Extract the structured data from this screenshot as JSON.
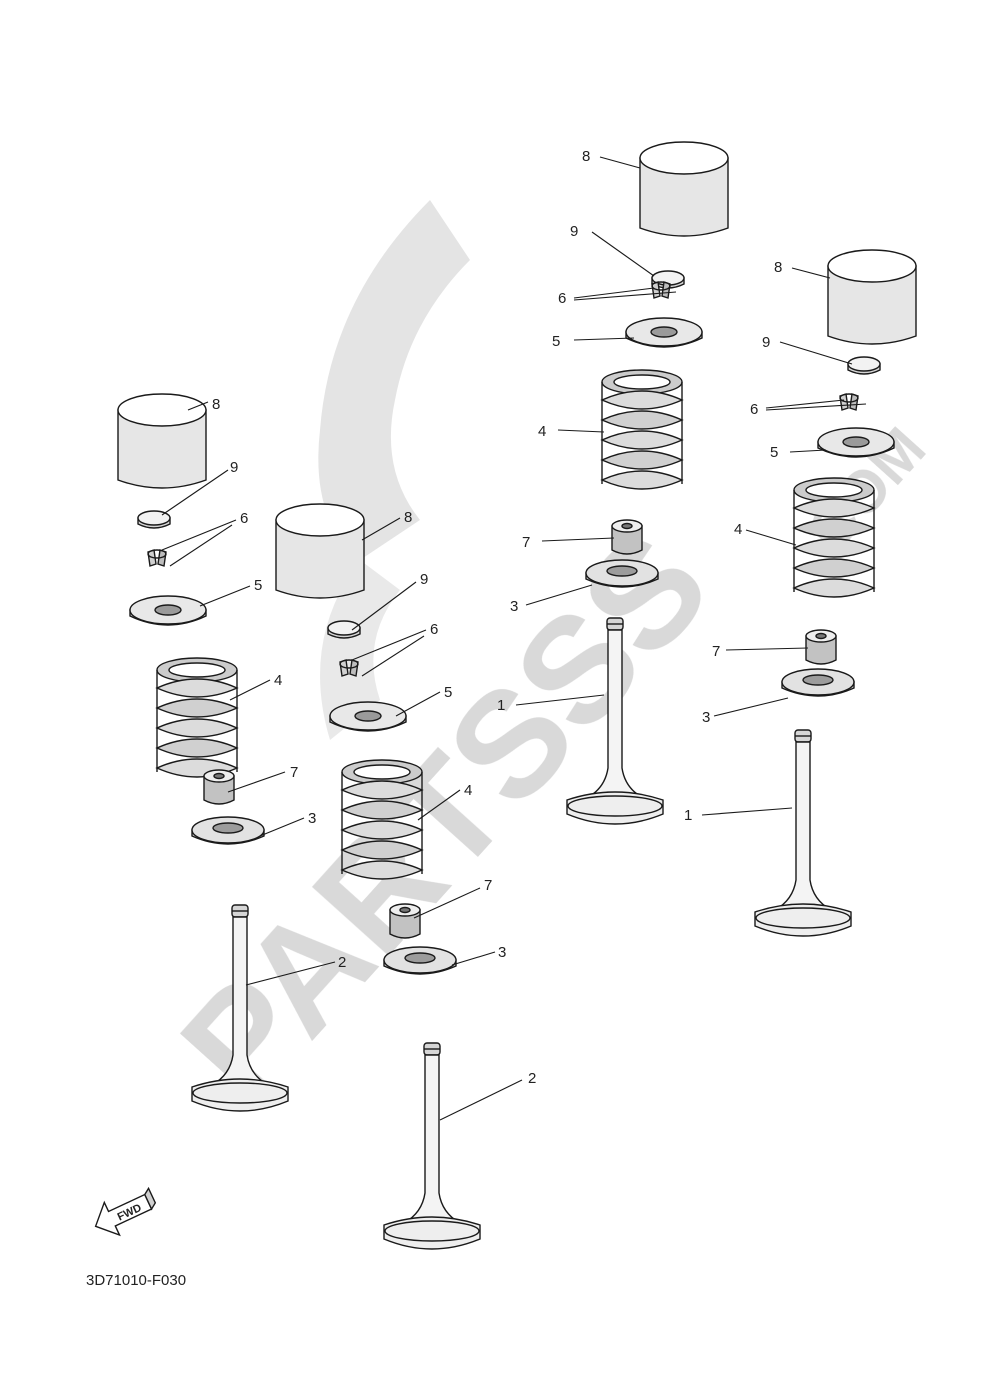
{
  "diagram": {
    "code": "3D71010-F030",
    "fwd_label": "FWD",
    "watermark_text": "PARTSSS",
    "watermark_suffix": "COM",
    "callouts": {
      "c1": "1",
      "c2": "2",
      "c3": "3",
      "c4": "4",
      "c5": "5",
      "c6": "6",
      "c7": "7",
      "c8": "8",
      "c9": "9"
    }
  },
  "colors": {
    "line": "#1a1a1a",
    "shade": "#d8d8d8",
    "watermark": "#d2d2d2"
  },
  "icons": [
    "fwd-arrow-icon"
  ]
}
